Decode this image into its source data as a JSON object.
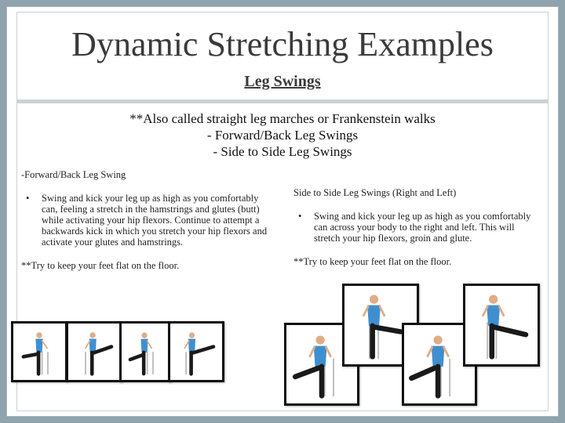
{
  "slide": {
    "title": "Dynamic Stretching Examples",
    "subtitle": "Leg Swings",
    "intro": [
      "**Also called straight leg marches or Frankenstein walks",
      "- Forward/Back Leg Swings",
      "- Side to Side Leg Swings"
    ]
  },
  "left": {
    "heading": "-Forward/Back Leg Swing",
    "bullet_marker": "•",
    "bullet": "Swing and kick your leg up as high as you comfortably can, feeling a stretch in the hamstrings and glutes (butt)  while activating your hip flexors. Continue to attempt a backwards kick in which you stretch your hip flexors and activate your glutes and hamstrings.",
    "note": "**Try to keep your feet flat on the floor."
  },
  "right": {
    "heading": "Side to Side Leg Swings (Right and Left)",
    "bullet_marker": "•",
    "bullet": "Swing and kick your leg up as high as you comfortably can across your body to the right and left. This will stretch your hip flexors, groin and glute.",
    "note": "**Try to keep your feet flat on the floor."
  },
  "colors": {
    "background": "#8fa3ad",
    "shirt": "#3f8fd0",
    "pants": "#1a1a1a",
    "skin": "#e0ad86"
  },
  "icons": [
    "exercise-photo-icon"
  ]
}
